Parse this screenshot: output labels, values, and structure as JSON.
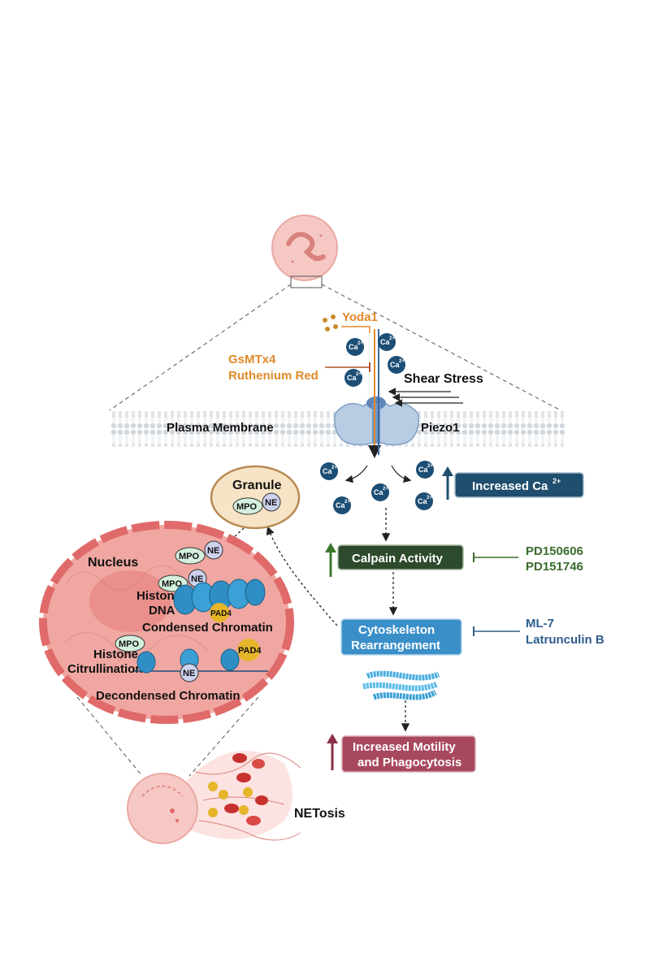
{
  "labels": {
    "yoda1": "Yoda1",
    "inhibitors_piezo": [
      "GsMTx4",
      "Ruthenium Red"
    ],
    "shear_stress": "Shear Stress",
    "plasma_membrane": "Plasma Membrane",
    "piezo1": "Piezo1",
    "granule": "Granule",
    "nucleus": "Nucleus",
    "histones": "Histones",
    "dna": "DNA",
    "condensed_chromatin": "Condensed Chromatin",
    "histone_citrullination": [
      "Histone",
      "Citrullination"
    ],
    "decondensed_chromatin": "Decondensed Chromatin",
    "netosis": "NETosis",
    "mpo": "MPO",
    "ne": "NE",
    "pad4": "PAD4",
    "ca": "Ca",
    "ca_sup": "2+"
  },
  "boxes": {
    "increased_ca": {
      "text": "Increased Ca",
      "sup": "2+",
      "color": "#1f4e6e"
    },
    "calpain": {
      "text": "Calpain Activity",
      "color": "#2e4a2c"
    },
    "cytoskeleton": {
      "lines": [
        "Cytoskeleton",
        "Rearrangement"
      ],
      "color": "#3a8fc9"
    },
    "motility": {
      "lines": [
        "Increased Motility",
        "and Phagocytosis"
      ],
      "color": "#a8485e"
    }
  },
  "inhibitors": {
    "calpain": [
      "PD150606",
      "PD151746"
    ],
    "calpain_color": "#3b6b2f",
    "cytoskeleton": [
      "ML-7",
      "Latrunculin B"
    ],
    "cytoskeleton_color": "#2e5d8c"
  },
  "colors": {
    "yoda_orange": "#e08a2a",
    "ca_blue": "#1d4f76",
    "nucleus_fill": "#f0a7a2",
    "cell_pink": "#f6c8c4"
  }
}
